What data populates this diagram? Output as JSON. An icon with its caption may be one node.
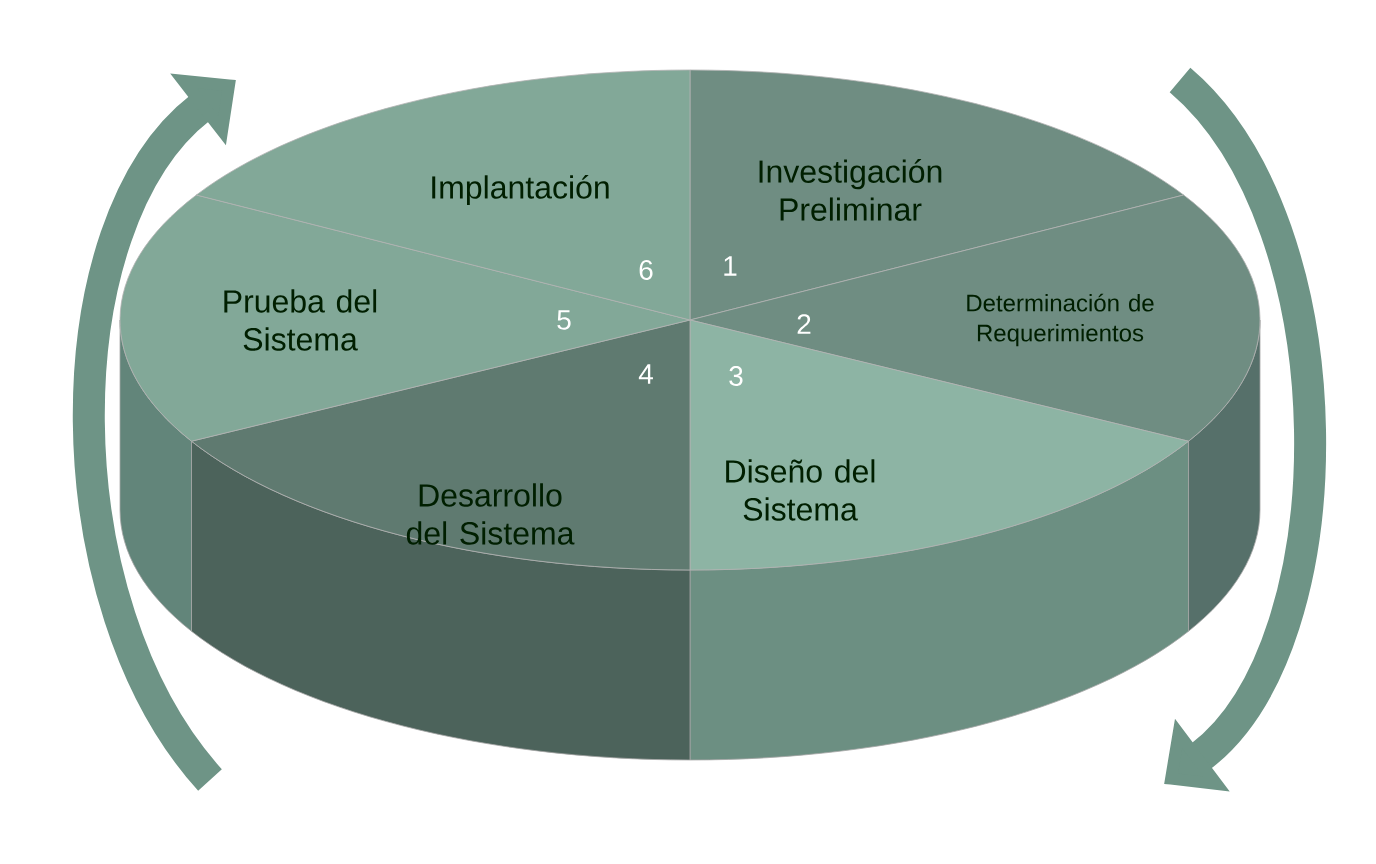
{
  "diagram": {
    "nodes": [
      {
        "text": [
          "Investigación Preliminar",
          "1"
        ]
      },
      {
        "text": [
          "2",
          "Determinación de Requerimientos"
        ]
      },
      {
        "text": [
          "3",
          "Diseño del Sistema"
        ]
      },
      {
        "text": [
          "4",
          "Desarrollo del Sistema"
        ]
      },
      {
        "text": [
          "Prueba del Sistema",
          "5"
        ]
      },
      {
        "text": [
          "Implantación",
          "6"
        ]
      }
    ]
  }
}
